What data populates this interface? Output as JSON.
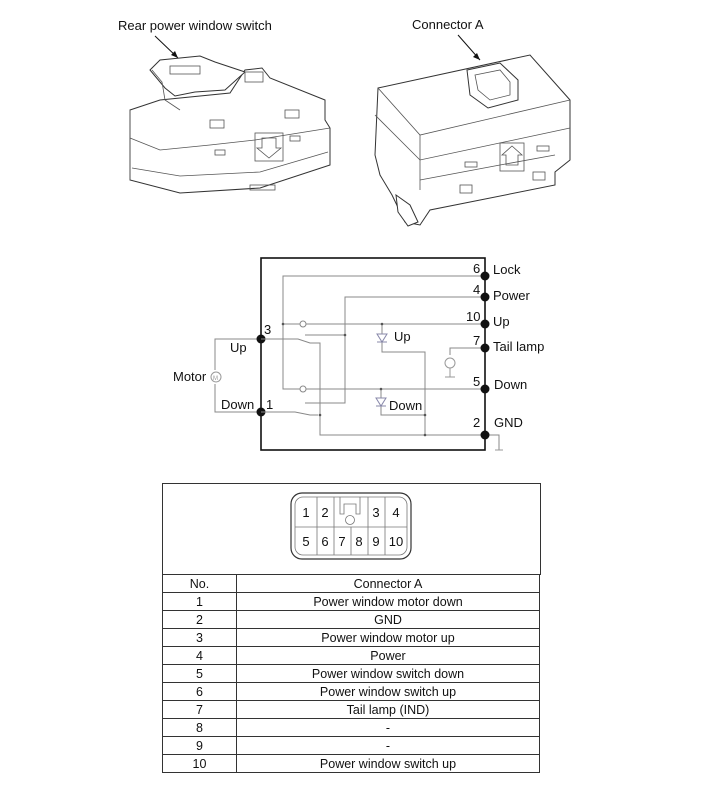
{
  "illustrations": {
    "left_label": "Rear power window switch",
    "right_label": "Connector A"
  },
  "schematic": {
    "motor_label": "Motor",
    "left_pins": [
      {
        "pin": "3",
        "label": "Up"
      },
      {
        "pin": "1",
        "label": "Down"
      }
    ],
    "right_pins": [
      {
        "pin": "6",
        "label": "Lock"
      },
      {
        "pin": "4",
        "label": "Power"
      },
      {
        "pin": "10",
        "label": "Up"
      },
      {
        "pin": "7",
        "label": "Tail lamp"
      },
      {
        "pin": "5",
        "label": "Down"
      },
      {
        "pin": "2",
        "label": "GND"
      }
    ],
    "internal_labels": {
      "up": "Up",
      "down": "Down"
    }
  },
  "connector_face": {
    "top_row": [
      "1",
      "2",
      "3",
      "4"
    ],
    "bottom_row": [
      "5",
      "6",
      "7",
      "8",
      "9",
      "10"
    ]
  },
  "pin_table": {
    "headers": [
      "No.",
      "Connector A"
    ],
    "rows": [
      [
        "1",
        "Power window motor down"
      ],
      [
        "2",
        "GND"
      ],
      [
        "3",
        "Power window motor up"
      ],
      [
        "4",
        "Power"
      ],
      [
        "5",
        "Power window switch down"
      ],
      [
        "6",
        "Power window switch up"
      ],
      [
        "7",
        "Tail lamp (IND)"
      ],
      [
        "8",
        "-"
      ],
      [
        "9",
        "-"
      ],
      [
        "10",
        "Power window switch up"
      ]
    ]
  }
}
